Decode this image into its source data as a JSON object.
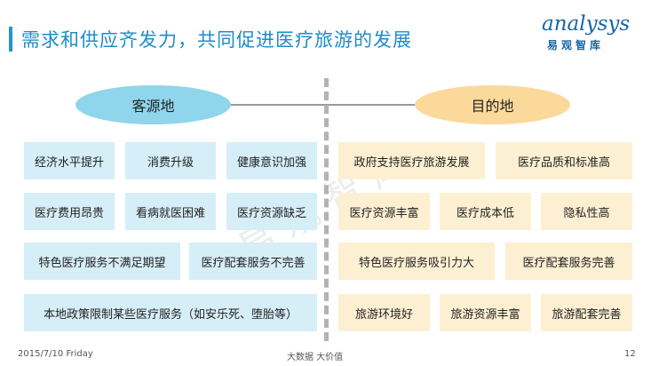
{
  "title": "需求和供应齐发力，共同促进医疗旅游的发展",
  "logo": {
    "en": "analysys",
    "cn": "易观智库"
  },
  "watermark": "易观智库",
  "left_label": "客源地",
  "right_label": "目的地",
  "left_rows": [
    [
      "经济水平提升",
      "消费升级",
      "健康意识加强"
    ],
    [
      "医疗费用昂贵",
      "看病就医困难",
      "医疗资源缺乏"
    ],
    [
      "特色医疗服务不满足期望",
      "医疗配套服务不完善"
    ],
    [
      "本地政策限制某些医疗服务（如安乐死、堕胎等）"
    ]
  ],
  "right_rows": [
    [
      "政府支持医疗旅游发展",
      "医疗品质和标准高"
    ],
    [
      "医疗资源丰富",
      "医疗成本低",
      "隐私性高"
    ],
    [
      "特色医疗服务吸引力大",
      "医疗配套服务完善"
    ],
    [
      "旅游环境好",
      "旅游资源丰富",
      "旅游配套完善"
    ]
  ],
  "footer": {
    "date": "2015/7/10 Friday",
    "center": "大数据  大价值",
    "page": "12"
  },
  "colors": {
    "title": "#1d8ccb",
    "left_fill": "#d6eef8",
    "right_fill": "#fdf0d2",
    "left_ellipse": "#8fd5ec",
    "right_ellipse": "#fbd99b"
  }
}
